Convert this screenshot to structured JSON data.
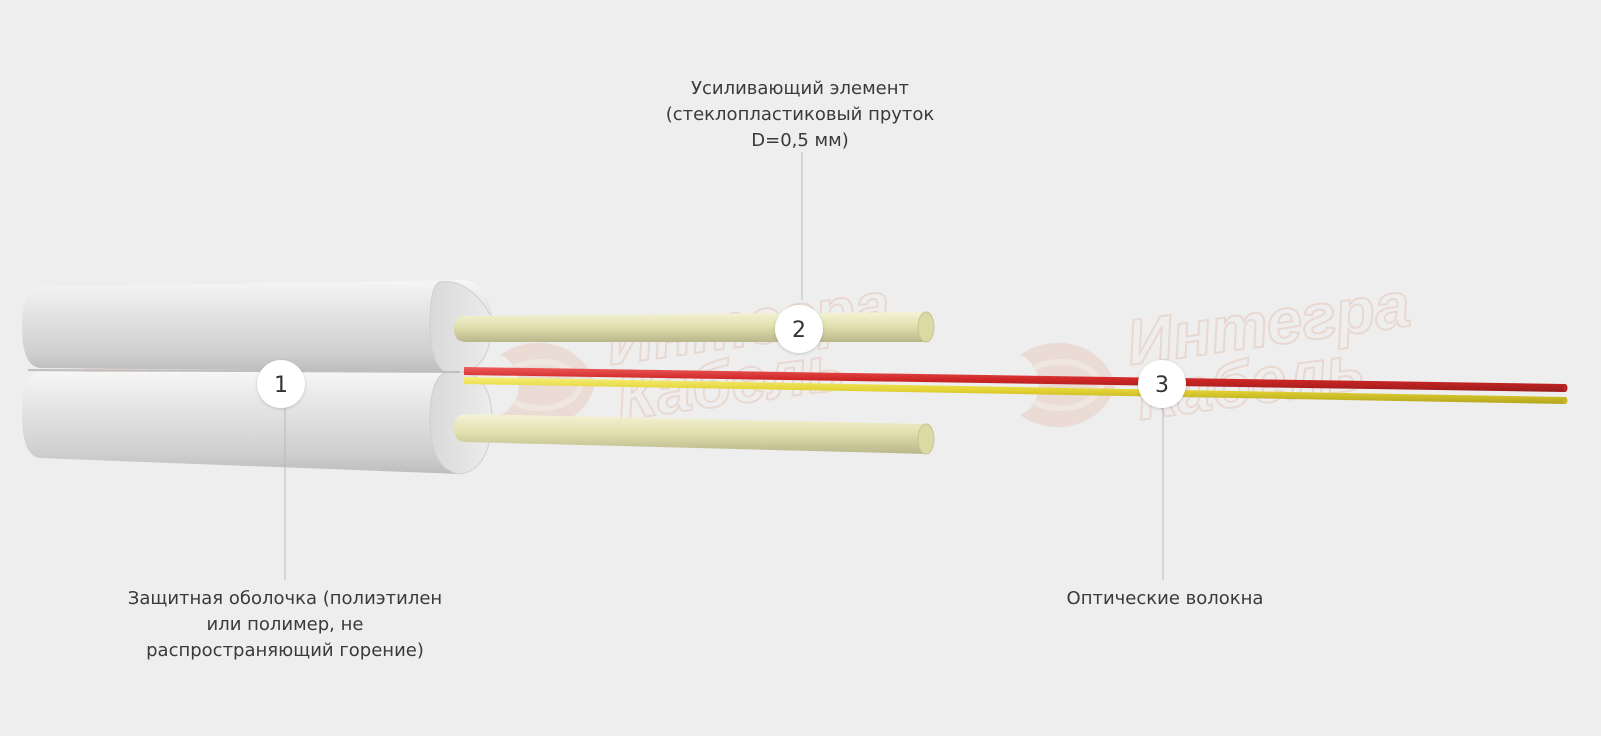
{
  "components": [
    {
      "number": "1",
      "label_lines": [
        "Защитная оболочка (полиэтилен",
        "или полимер, не",
        "распространяющий горение)"
      ]
    },
    {
      "number": "2",
      "label_lines": [
        "Усиливающий элемент",
        "(стеклопластиковый пруток",
        "D=0,5 мм)"
      ]
    },
    {
      "number": "3",
      "label_lines": [
        "Оптические волокна"
      ]
    }
  ],
  "watermark": {
    "line1": "Интегра",
    "line2": "Кабель"
  },
  "colors": {
    "background": "#eeeeee",
    "sheath": "#d8d8d8",
    "rod": "#e6e4b4",
    "fiber_red": "#d02a2a",
    "fiber_yellow": "#e0d12e",
    "callout_line": "#b9b9b9",
    "badge_fill": "#ffffff",
    "watermark": "#e6c9bb"
  }
}
